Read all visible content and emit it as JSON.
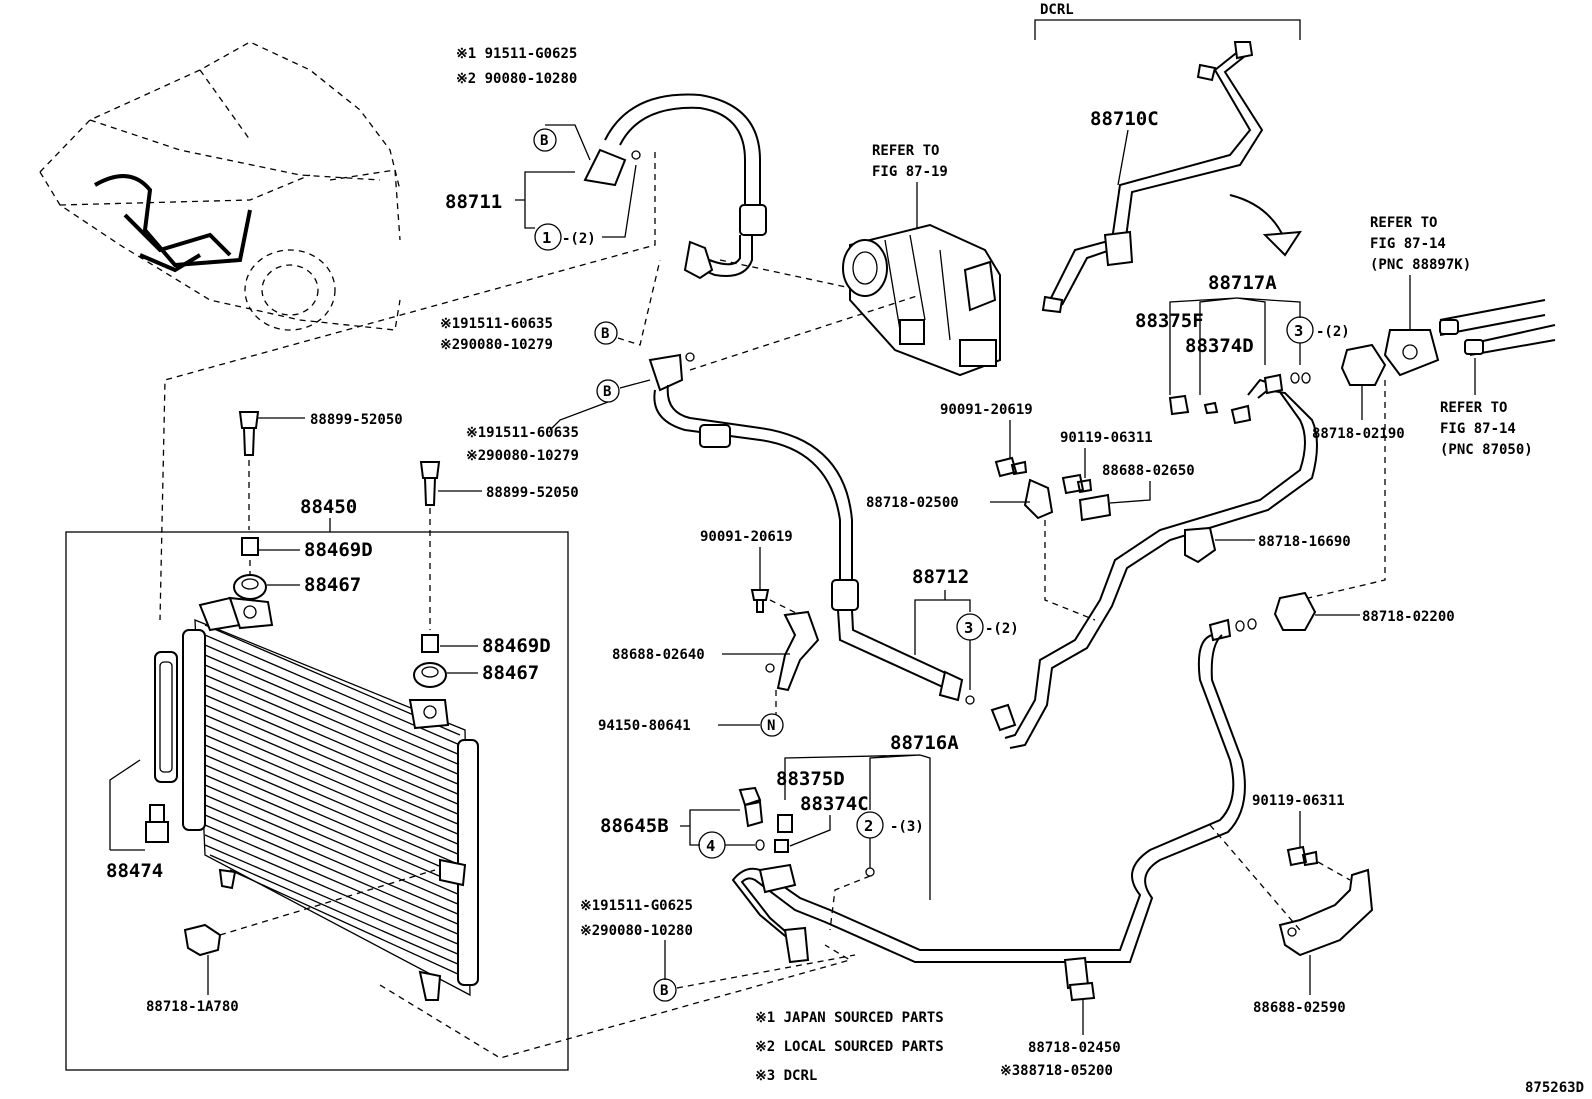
{
  "diagram_id": "875263D",
  "section_label": "DCRL",
  "parts": {
    "p88711": "88711",
    "p88711_note1": "※1 91511-G0625",
    "p88711_note2": "※2 90080-10280",
    "p88711_qty": "-(2)",
    "refer_fig_87_19": [
      "REFER TO",
      "FIG 87-19"
    ],
    "hose_b_upper_1": "※191511-60635",
    "hose_b_upper_2": "※290080-10279",
    "hose_b_mid_1": "※191511-60635",
    "hose_b_mid_2": "※290080-10279",
    "p88899_a": "88899-52050",
    "p88899_b": "88899-52050",
    "p88450": "88450",
    "p88469D_a": "88469D",
    "p88467_a": "88467",
    "p88469D_b": "88469D",
    "p88467_b": "88467",
    "p88474": "88474",
    "p88718_1A780": "88718-1A780",
    "p88710C": "88710C",
    "p88717A": "88717A",
    "p88375F": "88375F",
    "p88374D": "88374D",
    "p88717A_qty": "-(2)",
    "refer_fig_87_14_a": [
      "REFER TO",
      "FIG 87-14",
      "(PNC 88897K)"
    ],
    "refer_fig_87_14_b": [
      "REFER TO",
      "FIG 87-14",
      "(PNC 87050)"
    ],
    "p88718_02190": "88718-02190",
    "p90091_20619_a": "90091-20619",
    "p90119_06311_a": "90119-06311",
    "p88688_02650": "88688-02650",
    "p88718_02500": "88718-02500",
    "p88718_16690": "88718-16690",
    "p90091_20619_b": "90091-20619",
    "p88712": "88712",
    "p88712_qty": "-(2)",
    "p88688_02640": "88688-02640",
    "p94150_80641": "94150-80641",
    "p88718_02200": "88718-02200",
    "p88716A": "88716A",
    "p88375D": "88375D",
    "p88374C": "88374C",
    "p88645B": "88645B",
    "p88716A_qty": "-(3)",
    "hose_b_lower_1": "※191511-G0625",
    "hose_b_lower_2": "※290080-10280",
    "p90119_06311_b": "90119-06311",
    "p88688_02590": "88688-02590",
    "p88718_02450": "88718-02450",
    "p88718_05200": "※388718-05200"
  },
  "callouts": {
    "b": "B",
    "n": "N",
    "one": "1",
    "two": "2",
    "three": "3",
    "four": "4"
  },
  "legend": [
    "※1 JAPAN SOURCED PARTS",
    "※2 LOCAL SOURCED PARTS",
    "※3 DCRL"
  ]
}
